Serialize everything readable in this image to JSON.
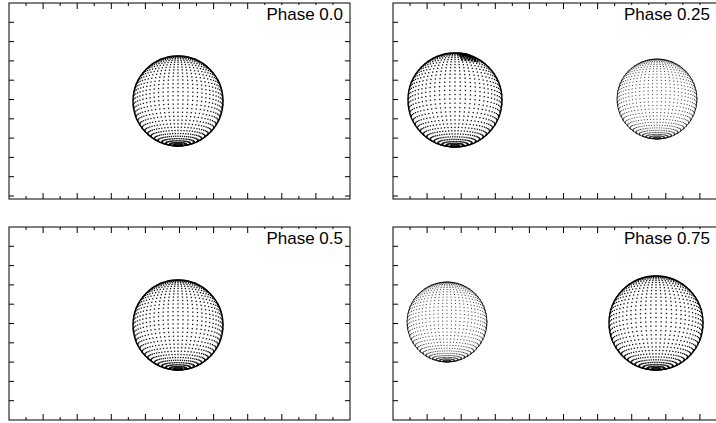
{
  "diagram": {
    "labels": [
      "Phase 0.0",
      "Phase 0.25",
      "Phase 0.5",
      "Phase 0.75"
    ]
  }
}
